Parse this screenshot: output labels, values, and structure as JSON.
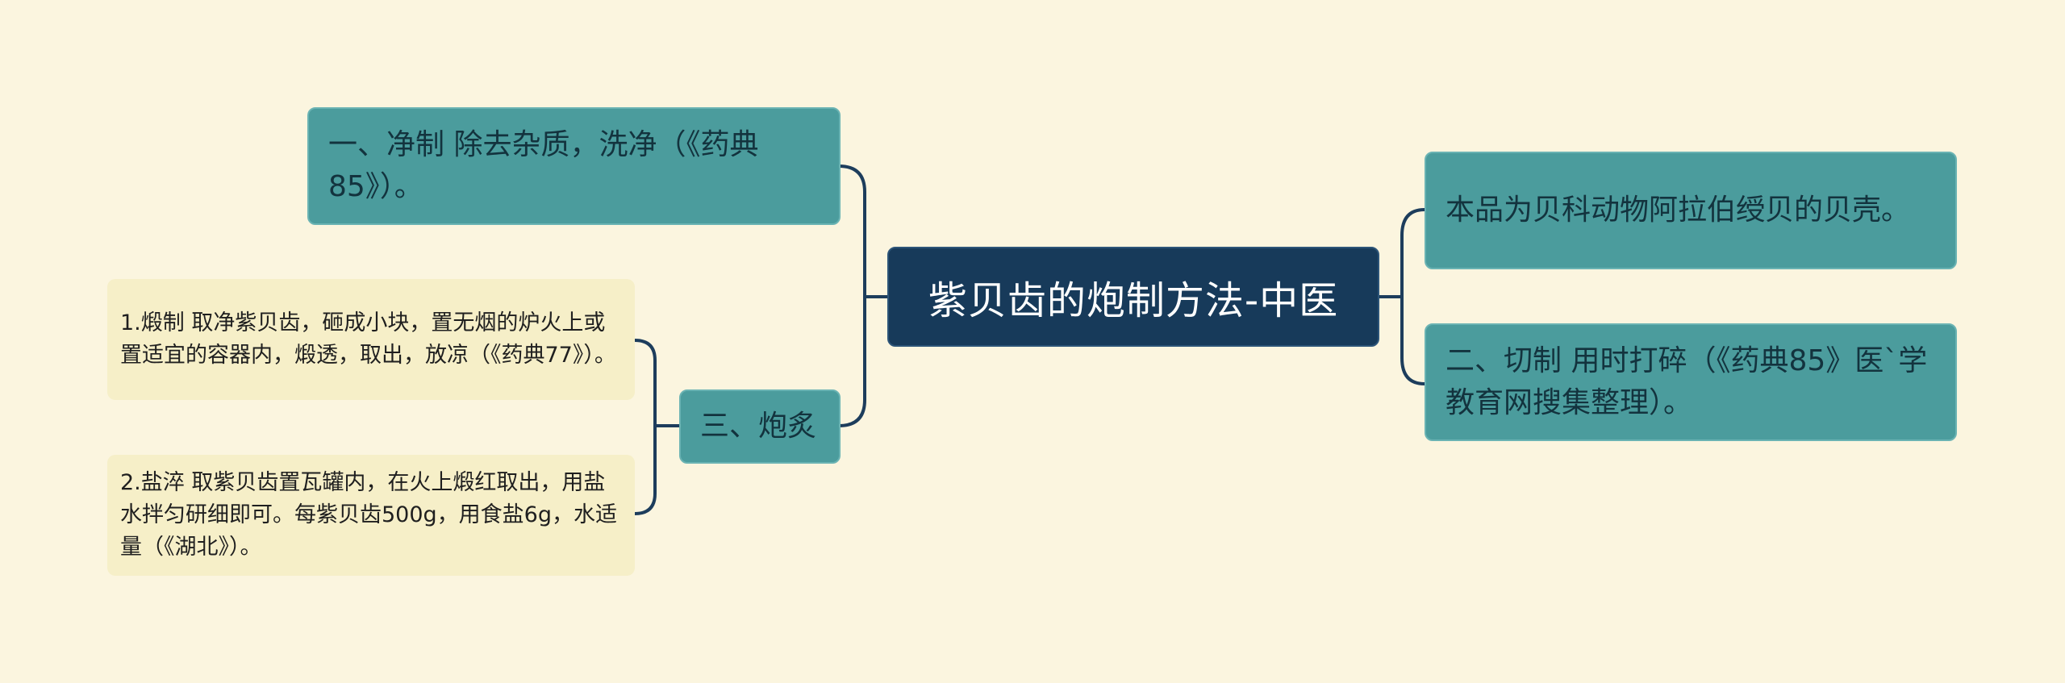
{
  "mindmap": {
    "root": {
      "label": "紫贝齿的炮制方法-中医"
    },
    "left_branches": [
      {
        "label": "一、净制 除去杂质，洗净（《药典85》）。"
      },
      {
        "label": "三、炮炙",
        "children": [
          {
            "label": "1.煅制 取净紫贝齿，砸成小块，置无烟的炉火上或置适宜的容器内，煅透，取出，放凉（《药典77》）。"
          },
          {
            "label": "2.盐淬 取紫贝齿置瓦罐内，在火上煅红取出，用盐水拌匀研细即可。每紫贝齿500g，用食盐6g，水适量（《湖北》）。"
          }
        ]
      }
    ],
    "right_branches": [
      {
        "label": "本品为贝科动物阿拉伯绶贝的贝壳。"
      },
      {
        "label": "二、切制 用时打碎（《药典85》医`学教育网搜集整理）。"
      }
    ]
  },
  "colors": {
    "background": "#fbf5df",
    "root_fill": "#173a5a",
    "branch_fill": "#4b9c9d",
    "leaf_fill": "#f6efc8",
    "connector": "#1d3d5c"
  }
}
